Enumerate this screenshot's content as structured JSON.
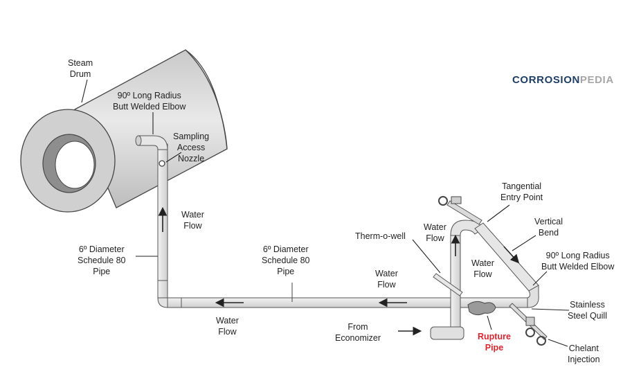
{
  "brand": {
    "part1": "CORROSION",
    "part2": "PEDIA",
    "color1": "#1f3e63",
    "color2": "#a6a6a6"
  },
  "labels": {
    "steam_drum": [
      "Steam",
      "Drum"
    ],
    "elbow_top": [
      "90º Long Radius",
      "Butt Welded Elbow"
    ],
    "sampling_nozzle": [
      "Sampling",
      "Access",
      "Nozzle"
    ],
    "water_flow_vertical": [
      "Water",
      "Flow"
    ],
    "pipe_left": [
      "6º Diameter",
      "Schedule 80",
      "Pipe"
    ],
    "pipe_center": [
      "6º Diameter",
      "Schedule 80",
      "Pipe"
    ],
    "water_flow_bottom": [
      "Water",
      "Flow"
    ],
    "water_flow_center": [
      "Water",
      "Flow"
    ],
    "thermowell": "Therm-o-well",
    "water_flow_riser": [
      "Water",
      "Flow"
    ],
    "water_flow_bend": [
      "Water",
      "Flow"
    ],
    "tangential_entry": [
      "Tangential",
      "Entry Point"
    ],
    "vertical_bend": [
      "Vertical",
      "Bend"
    ],
    "elbow_right": [
      "90º Long Radius",
      "Butt Welded Elbow"
    ],
    "stainless_quill": [
      "Stainless",
      "Steel Quill"
    ],
    "from_economizer": [
      "From",
      "Economizer"
    ],
    "rupture_pipe": [
      "Rupture",
      "Pipe"
    ],
    "chelant_injection": [
      "Chelant",
      "Injection"
    ]
  },
  "colors": {
    "pipe_fill": "#e4e4e4",
    "pipe_stroke": "#555555",
    "drum_fill": "#dcdcdc",
    "rupture": "#d8252e"
  }
}
